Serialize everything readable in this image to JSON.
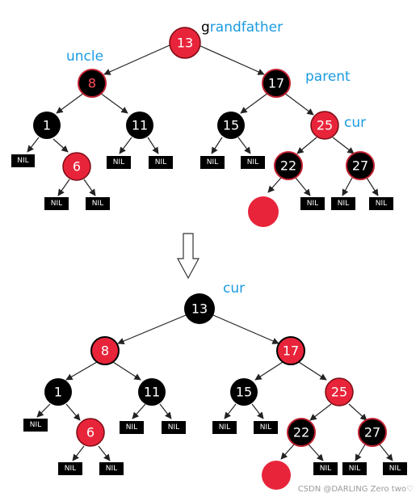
{
  "colors": {
    "red": "#e8243a",
    "black": "#000000",
    "label": "#1a9be0",
    "edge": "#222222",
    "nil": "#000000"
  },
  "top": {
    "labels": {
      "grandfather_first": "g",
      "grandfather_rest": "randfather",
      "uncle": "uncle",
      "parent": "parent",
      "cur": "cur"
    },
    "nodes": [
      {
        "id": "13",
        "color": "red"
      },
      {
        "id": "8",
        "color": "black"
      },
      {
        "id": "17",
        "color": "black"
      },
      {
        "id": "1",
        "color": "black"
      },
      {
        "id": "11",
        "color": "black"
      },
      {
        "id": "15",
        "color": "black"
      },
      {
        "id": "25",
        "color": "red"
      },
      {
        "id": "6",
        "color": "red"
      },
      {
        "id": "22",
        "color": "black"
      },
      {
        "id": "27",
        "color": "black"
      }
    ],
    "nil_label": "NIL",
    "inserted_color": "red"
  },
  "bottom": {
    "labels": {
      "cur": "cur"
    },
    "nodes": [
      {
        "id": "13",
        "color": "black"
      },
      {
        "id": "8",
        "color": "red"
      },
      {
        "id": "17",
        "color": "red"
      },
      {
        "id": "1",
        "color": "black"
      },
      {
        "id": "11",
        "color": "black"
      },
      {
        "id": "15",
        "color": "black"
      },
      {
        "id": "25",
        "color": "red"
      },
      {
        "id": "6",
        "color": "red"
      },
      {
        "id": "22",
        "color": "black"
      },
      {
        "id": "27",
        "color": "black"
      }
    ],
    "nil_label": "NIL",
    "inserted_color": "red"
  },
  "arrow_icon": "down-arrow-icon",
  "credit": "CSDN @DARLING Zero two♡"
}
